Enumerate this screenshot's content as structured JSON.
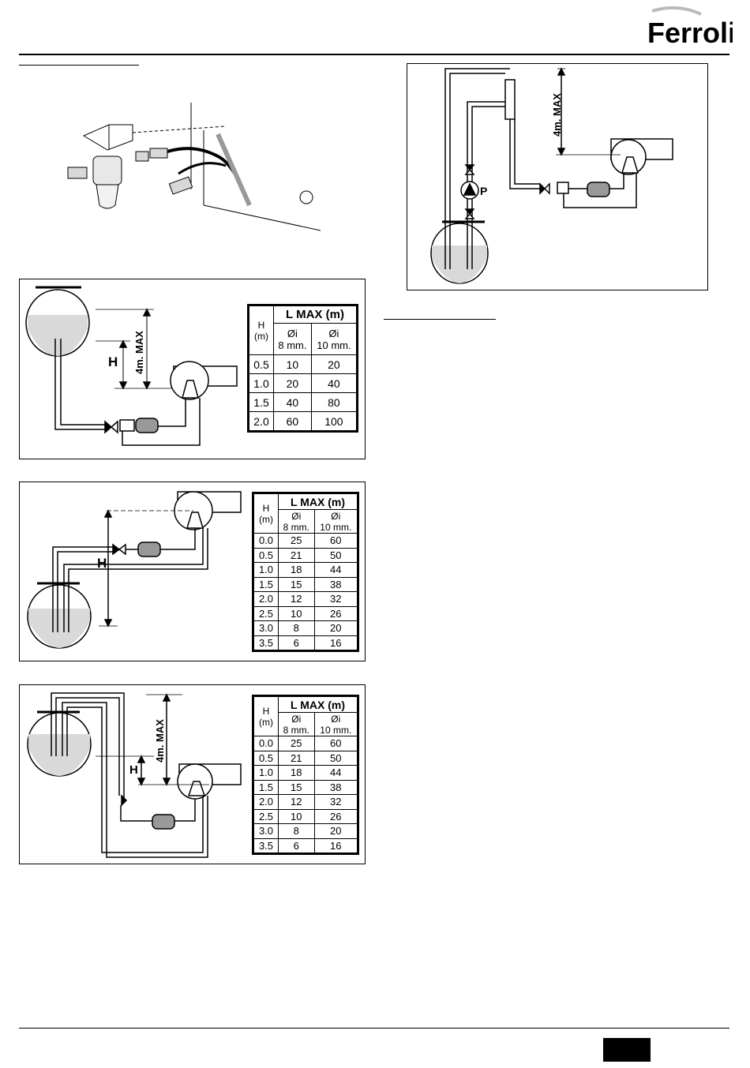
{
  "brand": {
    "name": "Ferroli",
    "accent": "#000000"
  },
  "fig_pump": {
    "max_height_label": "4m. MAX",
    "pump_label": "P"
  },
  "fig1": {
    "max_height_label": "4m. MAX",
    "h_label": "H",
    "table": {
      "h_header": "H",
      "h_unit": "(m)",
      "lmax_header": "L MAX (m)",
      "col1": [
        "Øi",
        "8 mm."
      ],
      "col2": [
        "Øi",
        "10 mm."
      ],
      "rows": [
        [
          "0.5",
          "10",
          "20"
        ],
        [
          "1.0",
          "20",
          "40"
        ],
        [
          "1.5",
          "40",
          "80"
        ],
        [
          "2.0",
          "60",
          "100"
        ]
      ]
    }
  },
  "fig2": {
    "h_label": "H",
    "table": {
      "h_header": "H",
      "h_unit": "(m)",
      "lmax_header": "L MAX (m)",
      "col1": [
        "Øi",
        "8 mm."
      ],
      "col2": [
        "Øi",
        "10 mm."
      ],
      "rows": [
        [
          "0.0",
          "25",
          "60"
        ],
        [
          "0.5",
          "21",
          "50"
        ],
        [
          "1.0",
          "18",
          "44"
        ],
        [
          "1.5",
          "15",
          "38"
        ],
        [
          "2.0",
          "12",
          "32"
        ],
        [
          "2.5",
          "10",
          "26"
        ],
        [
          "3.0",
          "8",
          "20"
        ],
        [
          "3.5",
          "6",
          "16"
        ]
      ]
    }
  },
  "fig3": {
    "max_height_label": "4m. MAX",
    "h_label": "H",
    "table": {
      "h_header": "H",
      "h_unit": "(m)",
      "lmax_header": "L MAX (m)",
      "col1": [
        "Øi",
        "8 mm."
      ],
      "col2": [
        "Øi",
        "10 mm."
      ],
      "rows": [
        [
          "0.0",
          "25",
          "60"
        ],
        [
          "0.5",
          "21",
          "50"
        ],
        [
          "1.0",
          "18",
          "44"
        ],
        [
          "1.5",
          "15",
          "38"
        ],
        [
          "2.0",
          "12",
          "32"
        ],
        [
          "2.5",
          "10",
          "26"
        ],
        [
          "3.0",
          "8",
          "20"
        ],
        [
          "3.5",
          "6",
          "16"
        ]
      ]
    }
  }
}
